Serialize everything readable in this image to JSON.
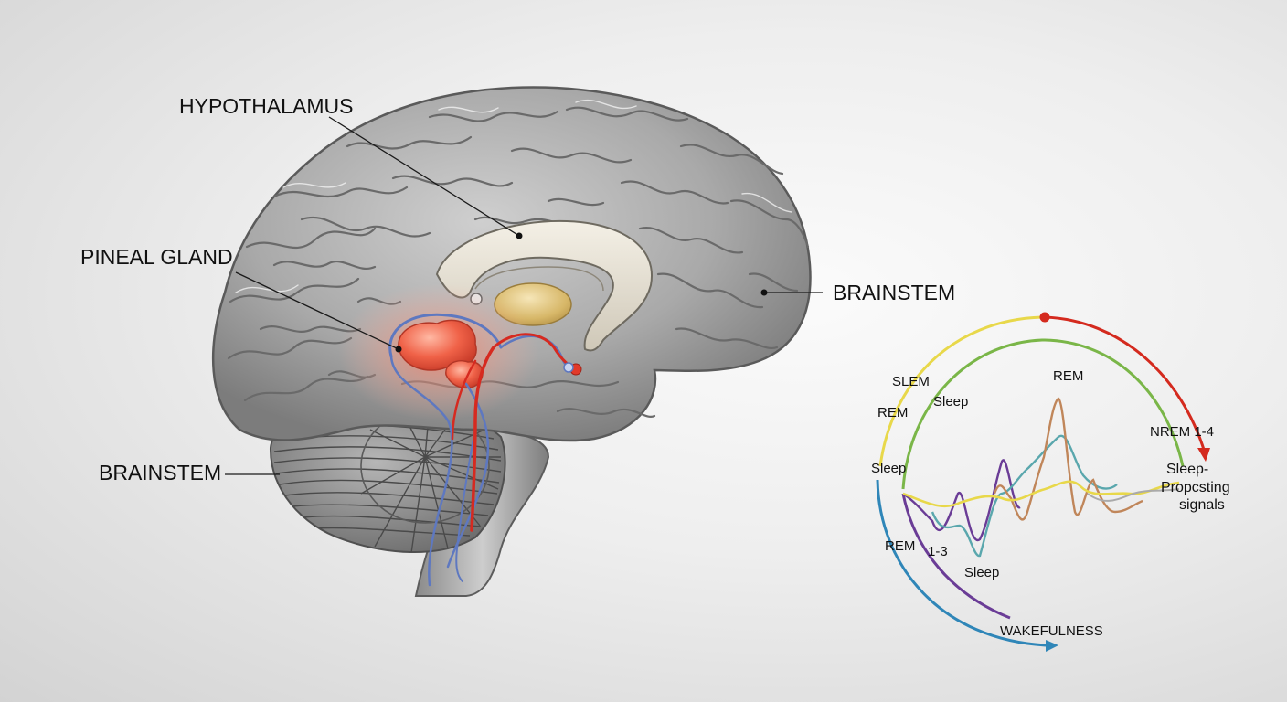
{
  "brain_labels": {
    "hypothalamus": "HYPOTHALAMUS",
    "pineal_gland": "PINEAL GLAND",
    "brainstem_right": "BRAINSTEM",
    "brainstem_left": "BRAINSTEM"
  },
  "cycle_labels": {
    "slem": "SLEM",
    "sleep_1": "Sleep",
    "rem_1": "REM",
    "rem_top": "REM",
    "sleep_2": "Sleep",
    "nrem": "NREM 1-4",
    "signals_1": "Sleep-",
    "signals_2": "Propcsting",
    "signals_3": "signals",
    "rem_2": "REM",
    "stages": "1-3",
    "sleep_3": "Sleep",
    "wakefulness": "WAKEFULNESS"
  },
  "colors": {
    "yellow_arc": "#e8d84a",
    "green_arc": "#7ab648",
    "red_arc": "#d42a1e",
    "blue_arc": "#2f86b8",
    "purple_arc": "#6a3c96",
    "orange_wave": "#c0865a",
    "teal_wave": "#5aa7ad",
    "pineal_red": "#e8503a",
    "hypothalamus_gold": "#d9b96a",
    "vessel_blue": "#5e78c0"
  }
}
